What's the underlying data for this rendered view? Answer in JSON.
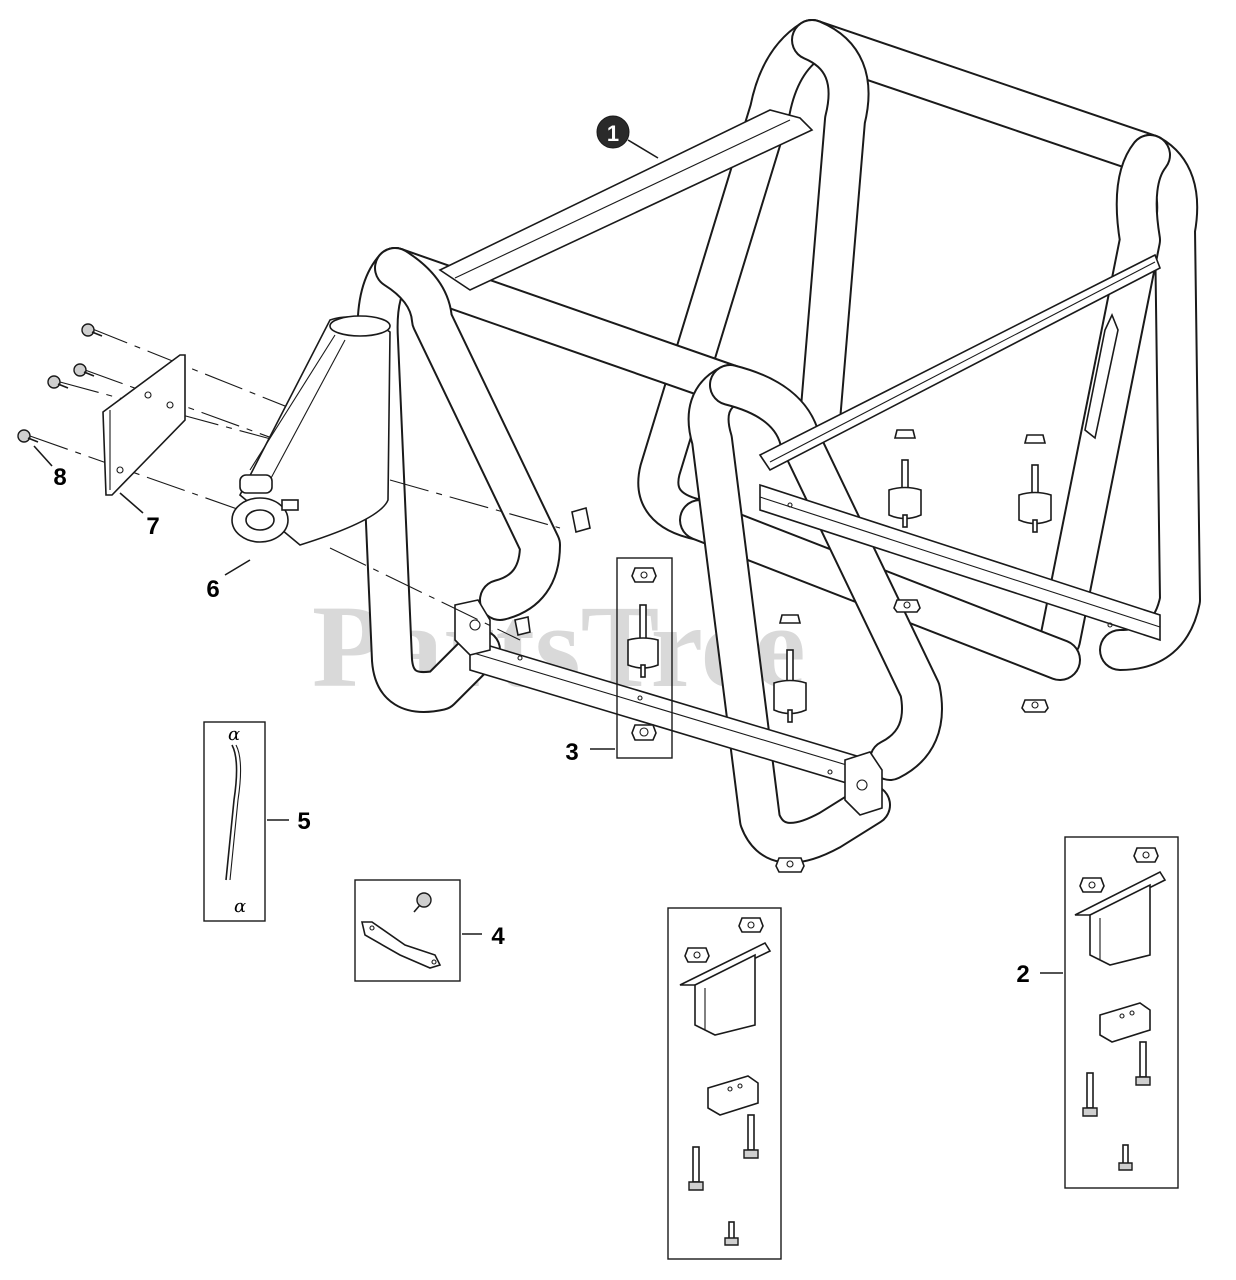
{
  "diagram": {
    "watermark": "PartsTree",
    "callouts": [
      {
        "id": "1",
        "label": "1",
        "style": "filled-circle"
      },
      {
        "id": "2",
        "label": "2"
      },
      {
        "id": "3",
        "label": "3"
      },
      {
        "id": "4",
        "label": "4"
      },
      {
        "id": "5",
        "label": "5"
      },
      {
        "id": "6",
        "label": "6"
      },
      {
        "id": "7",
        "label": "7"
      },
      {
        "id": "8",
        "label": "8"
      }
    ],
    "hose_end_marks": [
      "α",
      "α"
    ]
  }
}
